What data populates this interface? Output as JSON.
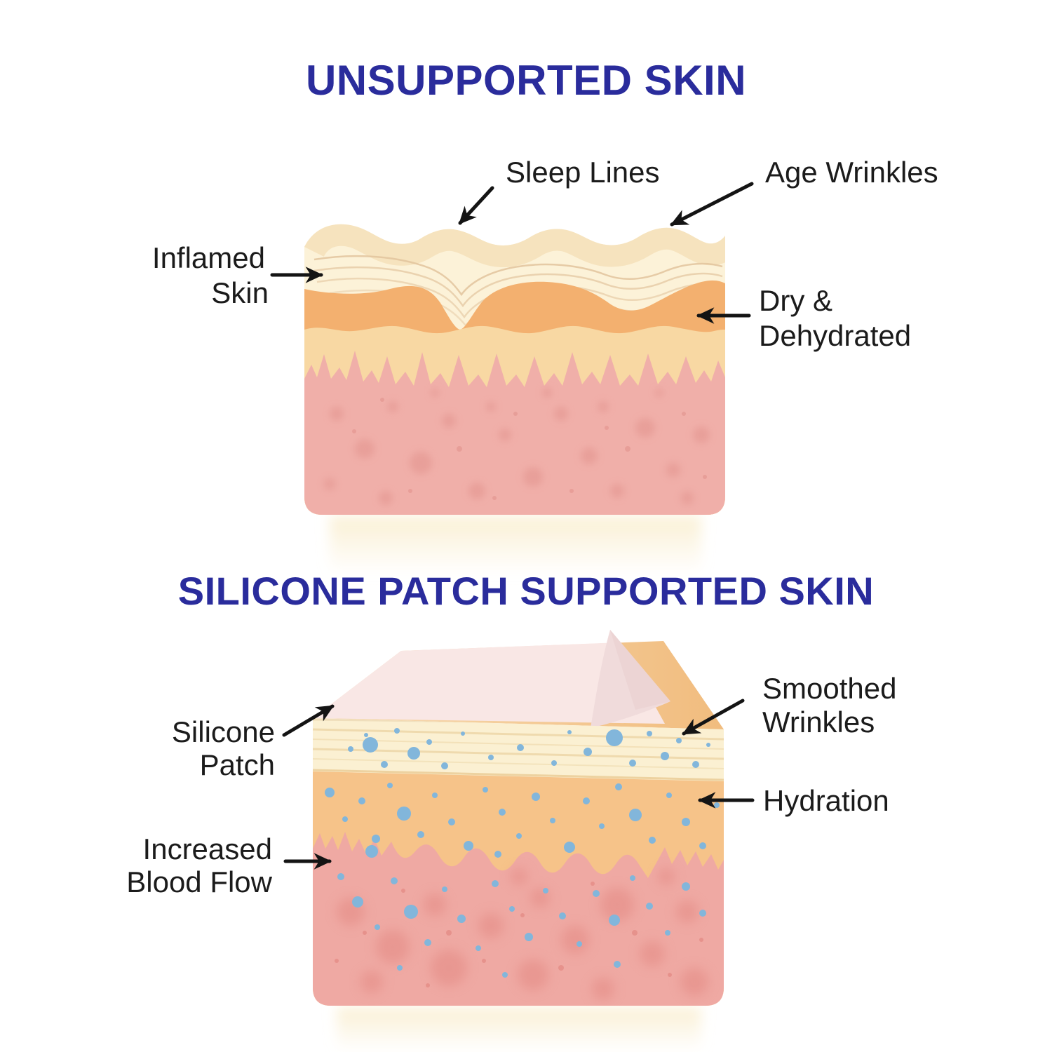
{
  "page": {
    "background": "#FFFFFF"
  },
  "colors": {
    "titleBlue": "#2A2C9C",
    "labelInk": "#1B1B1B",
    "arrowInk": "#141414",
    "creamTopBand": "#F6E3BE",
    "ivory": "#FCF2D8",
    "wrinkleLine": "#E2C49E",
    "orange1": "#F3B06F",
    "sand": "#F8D8A3",
    "pink1": "#F0AFA9",
    "pinkSpot": "#E2938D",
    "patchPink": "#F9E7E5",
    "flapPink": "#F0DBDB",
    "topFacePeach": "#F4C98F",
    "cream2": "#FBF0D2",
    "streak": "#EFDAAE",
    "orange2": "#F6C389",
    "pink2": "#EFA9A3",
    "blushSpot": "#E28680",
    "blueDot": "#82B6DB",
    "reflection": "#FAEFD2"
  },
  "section_unsupported": {
    "title": "UNSUPPORTED SKIN",
    "labels": {
      "sleep_lines": "Sleep Lines",
      "age_wrinkles": "Age Wrinkles",
      "inflamed_line1": "Inflamed",
      "inflamed_line2": "Skin",
      "dry_line1": "Dry &",
      "dry_line2": "Dehydrated"
    }
  },
  "section_supported": {
    "title": "SILICONE PATCH SUPPORTED SKIN",
    "labels": {
      "silicone_line1": "Silicone",
      "silicone_line2": "Patch",
      "increased_line1": "Increased",
      "increased_line2": "Blood Flow",
      "smoothed_line1": "Smoothed",
      "smoothed_line2": "Wrinkles",
      "hydration": "Hydration"
    }
  }
}
